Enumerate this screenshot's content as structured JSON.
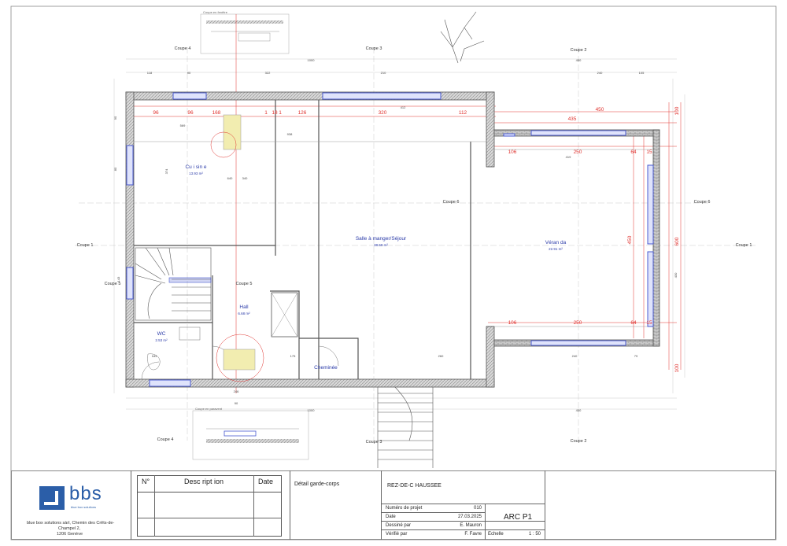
{
  "plan": {
    "rooms": [
      {
        "name": "Cu i sin e",
        "area": "13.93 m²"
      },
      {
        "name": "Salle à manger/Séjour",
        "area": "38.59 m²"
      },
      {
        "name": "Véran da",
        "area": "22.91 m²"
      },
      {
        "name": "Hall",
        "area": "6.68 m²"
      },
      {
        "name": "WC",
        "area": "2.53 m²"
      },
      {
        "name": "Cheminée",
        "area": ""
      }
    ],
    "sections": [
      "Coupe 1",
      "Coupe 1",
      "Coupe 2",
      "Coupe 2",
      "Coupe 3",
      "Coupe 3",
      "Coupe 4",
      "Coupe 4",
      "Coupe 5",
      "Coupe 5",
      "Coupe 6",
      "Coupe 6"
    ],
    "detail_labels": [
      "Coupe en fenêtre",
      "Coupe en paravent"
    ],
    "dims_black": [
      "1000",
      "450",
      "118",
      "90",
      "322",
      "210",
      "240",
      "105",
      "412",
      "569",
      "938",
      "374",
      "640",
      "340",
      "419",
      "246",
      "90",
      "1000",
      "450",
      "183",
      "175",
      "260",
      "240",
      "79",
      "143",
      "90",
      "80",
      "430"
    ],
    "dims_red": [
      "96",
      "96",
      "168",
      "1",
      "18",
      "1",
      "126",
      "320",
      "112",
      "450",
      "435",
      "106",
      "250",
      "64",
      "15",
      "450",
      "106",
      "250",
      "64",
      "15",
      "100",
      "100",
      "600"
    ]
  },
  "titleblock": {
    "company": {
      "logo_text": "bbs",
      "logo_sub": "blue box solutions",
      "address_line1": "blue box solutions sàrl, Chemin des Crêts-de-",
      "address_line2": "Champel 2,",
      "address_line3": "1206 Genève"
    },
    "revisions": {
      "col_no": "N°",
      "col_desc": "Desc ript ion",
      "col_date": "Date"
    },
    "detail": "Détail garde-corps",
    "sheet_title": "REZ-DE-C HAUSSEE",
    "fields": [
      {
        "label": "Numéro de projet",
        "value": "010"
      },
      {
        "label": "Date",
        "value": "27.03.2025"
      },
      {
        "label": "Dessiné par",
        "value": "E. Mauron"
      },
      {
        "label": "Vérifié par",
        "value": "F. Favre"
      }
    ],
    "drawing_no": "ARC P1",
    "scale_label": "Echelle",
    "scale_value": "1 : 50"
  },
  "colors": {
    "wall": "#555555",
    "glass": "#4a5ad0",
    "red_dim": "#e0332f",
    "room_label": "#2a3aa8",
    "logo_blue": "#2b5ea8"
  }
}
